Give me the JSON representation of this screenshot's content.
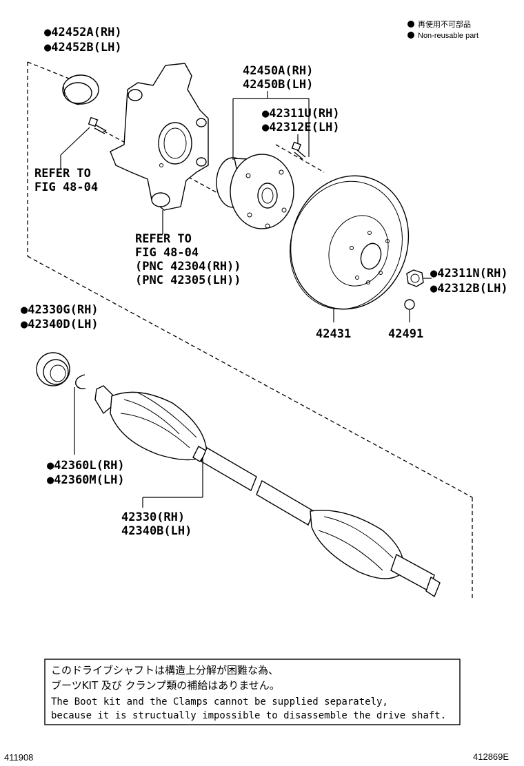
{
  "legend": {
    "jp": "再使用不可部品",
    "en": "Non-reusable part"
  },
  "callouts": {
    "dust_deflector": [
      "●42452A(RH)",
      "●42452B(LH)"
    ],
    "refer_bolt": [
      "REFER TO",
      "FIG 48-04"
    ],
    "refer_knuckle": [
      "REFER TO",
      "FIG 48-04",
      "(PNC 42304(RH))",
      "(PNC 42305(LH))"
    ],
    "hub_bearing": [
      "42450A(RH)",
      "42450B(LH)"
    ],
    "hub_bolt": [
      "●42311U(RH)",
      "●42312E(LH)"
    ],
    "disc": "42431",
    "hub_nut": [
      "●42311N(RH)",
      "●42312B(LH)"
    ],
    "nut_cap": "42491",
    "seal": [
      "●42330G(RH)",
      "●42340D(LH)"
    ],
    "snap_ring": [
      "●42360L(RH)",
      "●42360M(LH)"
    ],
    "drive_shaft": [
      "42330(RH)",
      "42340B(LH)"
    ]
  },
  "note": {
    "jp1": "このドライブシャフトは構造上分解が困難な為、",
    "jp2": "ブーツKIT 及び クランプ類の補給はありません。",
    "en1": "The Boot kit and the Clamps cannot be supplied separately,",
    "en2": "because it is structually impossible to disassemble the drive shaft."
  },
  "footer": {
    "left_code": "411908",
    "right_code": "412869E"
  }
}
